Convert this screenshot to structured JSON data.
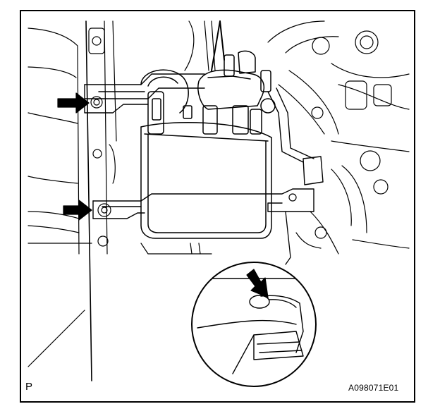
{
  "figure": {
    "corner_code": "P",
    "figure_id": "A098071E01",
    "colors": {
      "line": "#000000",
      "background": "#ffffff"
    },
    "callouts": [
      {
        "name": "upper-bracket-bolt-arrow",
        "icon": "arrow-right-icon"
      },
      {
        "name": "lower-bracket-bolt-arrow",
        "icon": "arrow-right-icon"
      },
      {
        "name": "detail-view-arrow",
        "icon": "arrow-down-left-icon"
      }
    ]
  }
}
